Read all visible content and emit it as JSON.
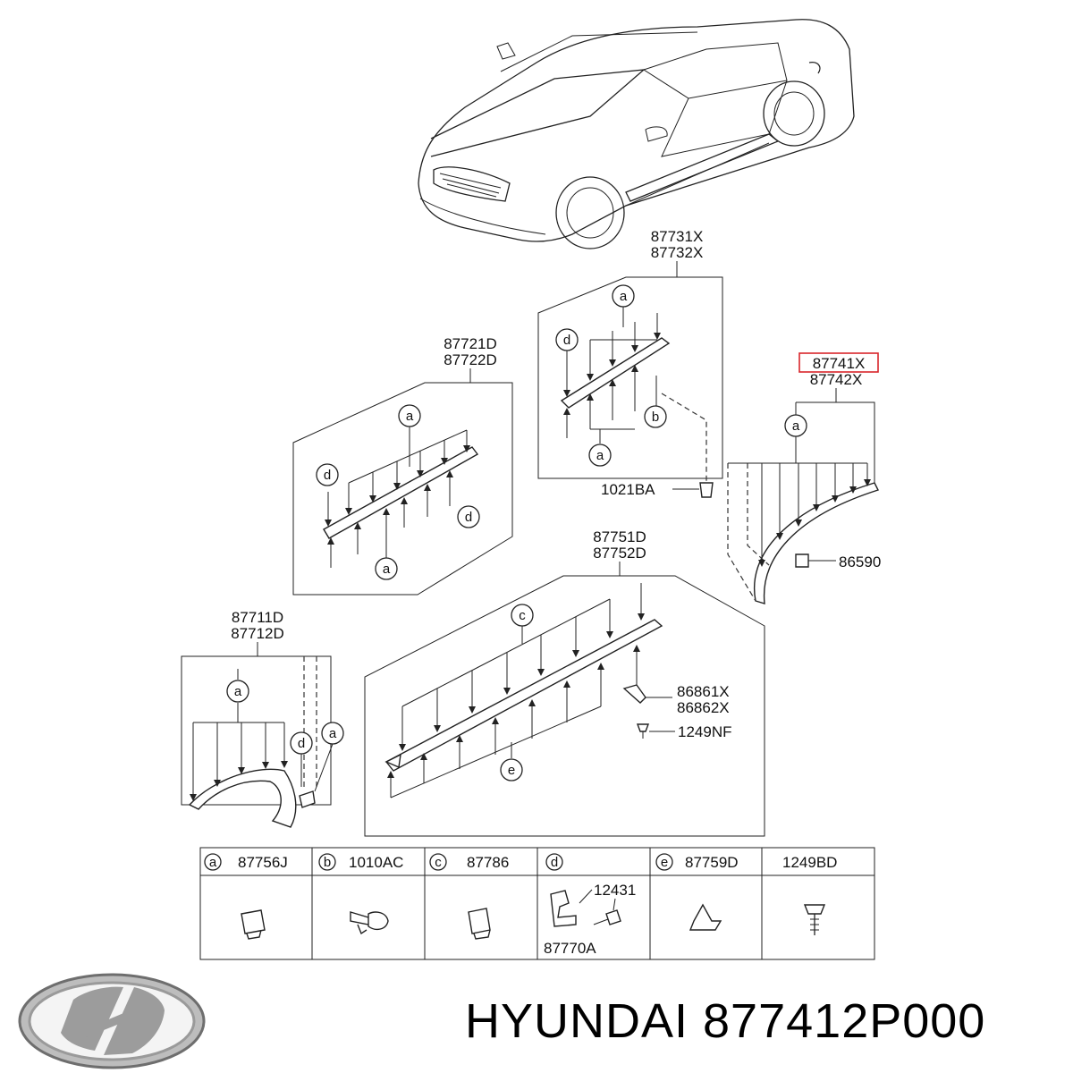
{
  "diagram": {
    "labels": {
      "p87731x": "87731X",
      "p87732x": "87732X",
      "p87721d": "87721D",
      "p87722d": "87722D",
      "p87741x": "87741X",
      "p87742x": "87742X",
      "p1021ba": "1021BA",
      "p86590": "86590",
      "p87751d": "87751D",
      "p87752d": "87752D",
      "p87711d": "87711D",
      "p87712d": "87712D",
      "p86861x": "86861X",
      "p86862x": "86862X",
      "p1249nf": "1249NF"
    },
    "callouts": {
      "a": "a",
      "b": "b",
      "c": "c",
      "d": "d",
      "e": "e"
    },
    "highlight_color": "#d9262b"
  },
  "legend": {
    "cells": [
      {
        "letter": "a",
        "part": "87756J"
      },
      {
        "letter": "b",
        "part": "1010AC"
      },
      {
        "letter": "c",
        "part": "87786"
      },
      {
        "letter": "d",
        "part_top": "12431",
        "part_bottom": "87770A"
      },
      {
        "letter": "e",
        "part": "87759D"
      },
      {
        "part": "1249BD"
      }
    ]
  },
  "caption": "HYUNDAI 877412P000"
}
